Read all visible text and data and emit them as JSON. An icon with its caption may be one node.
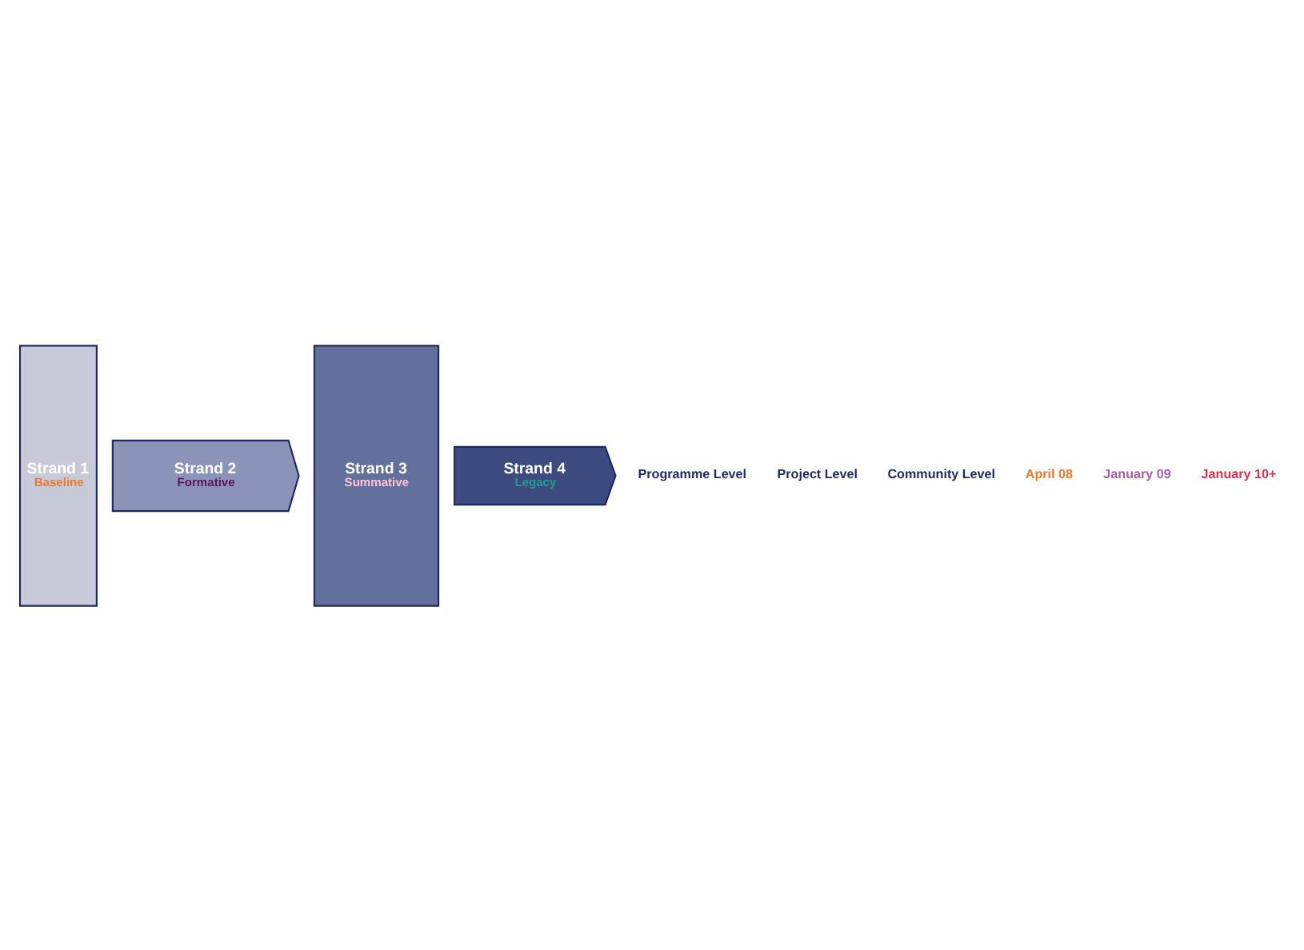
{
  "diagram": {
    "nodes": [
      {
        "text": [
          "Strand 1",
          "Baseline"
        ]
      },
      {
        "text": [
          "Strand 2",
          "Formative"
        ]
      },
      {
        "text": [
          "Strand 3",
          "Summative"
        ]
      },
      {
        "text": [
          "Strand 4",
          "Legacy"
        ]
      }
    ],
    "labels": [
      "Programme Level",
      "Project Level",
      "Community Level",
      "April 08",
      "January 09",
      "January 10+"
    ]
  }
}
